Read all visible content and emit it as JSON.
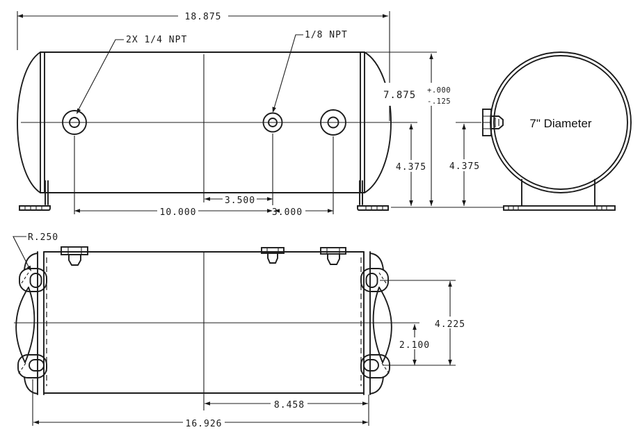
{
  "background": "#ffffff",
  "ink": "#1a1a1a",
  "views": {
    "side": {
      "dim_overall": "18.875",
      "label_ports": "2X 1/4 NPT",
      "label_port_small": "1/8 NPT",
      "dim_height": "7.875",
      "tol_plus": "+.000",
      "tol_minus": "-.125",
      "dim_center_height": "4.375",
      "dim_center_to_port": "3.500",
      "dim_port_span": "10.000",
      "dim_port_gap": "3.000"
    },
    "end": {
      "label_diameter": "7\" Diameter",
      "dim_center_height": "4.375"
    },
    "plan": {
      "label_radius": "R.250",
      "dim_slot_span": "4.225",
      "dim_slot_offset": "2.100",
      "dim_half_length": "8.458",
      "dim_mount_length": "16.926"
    }
  }
}
